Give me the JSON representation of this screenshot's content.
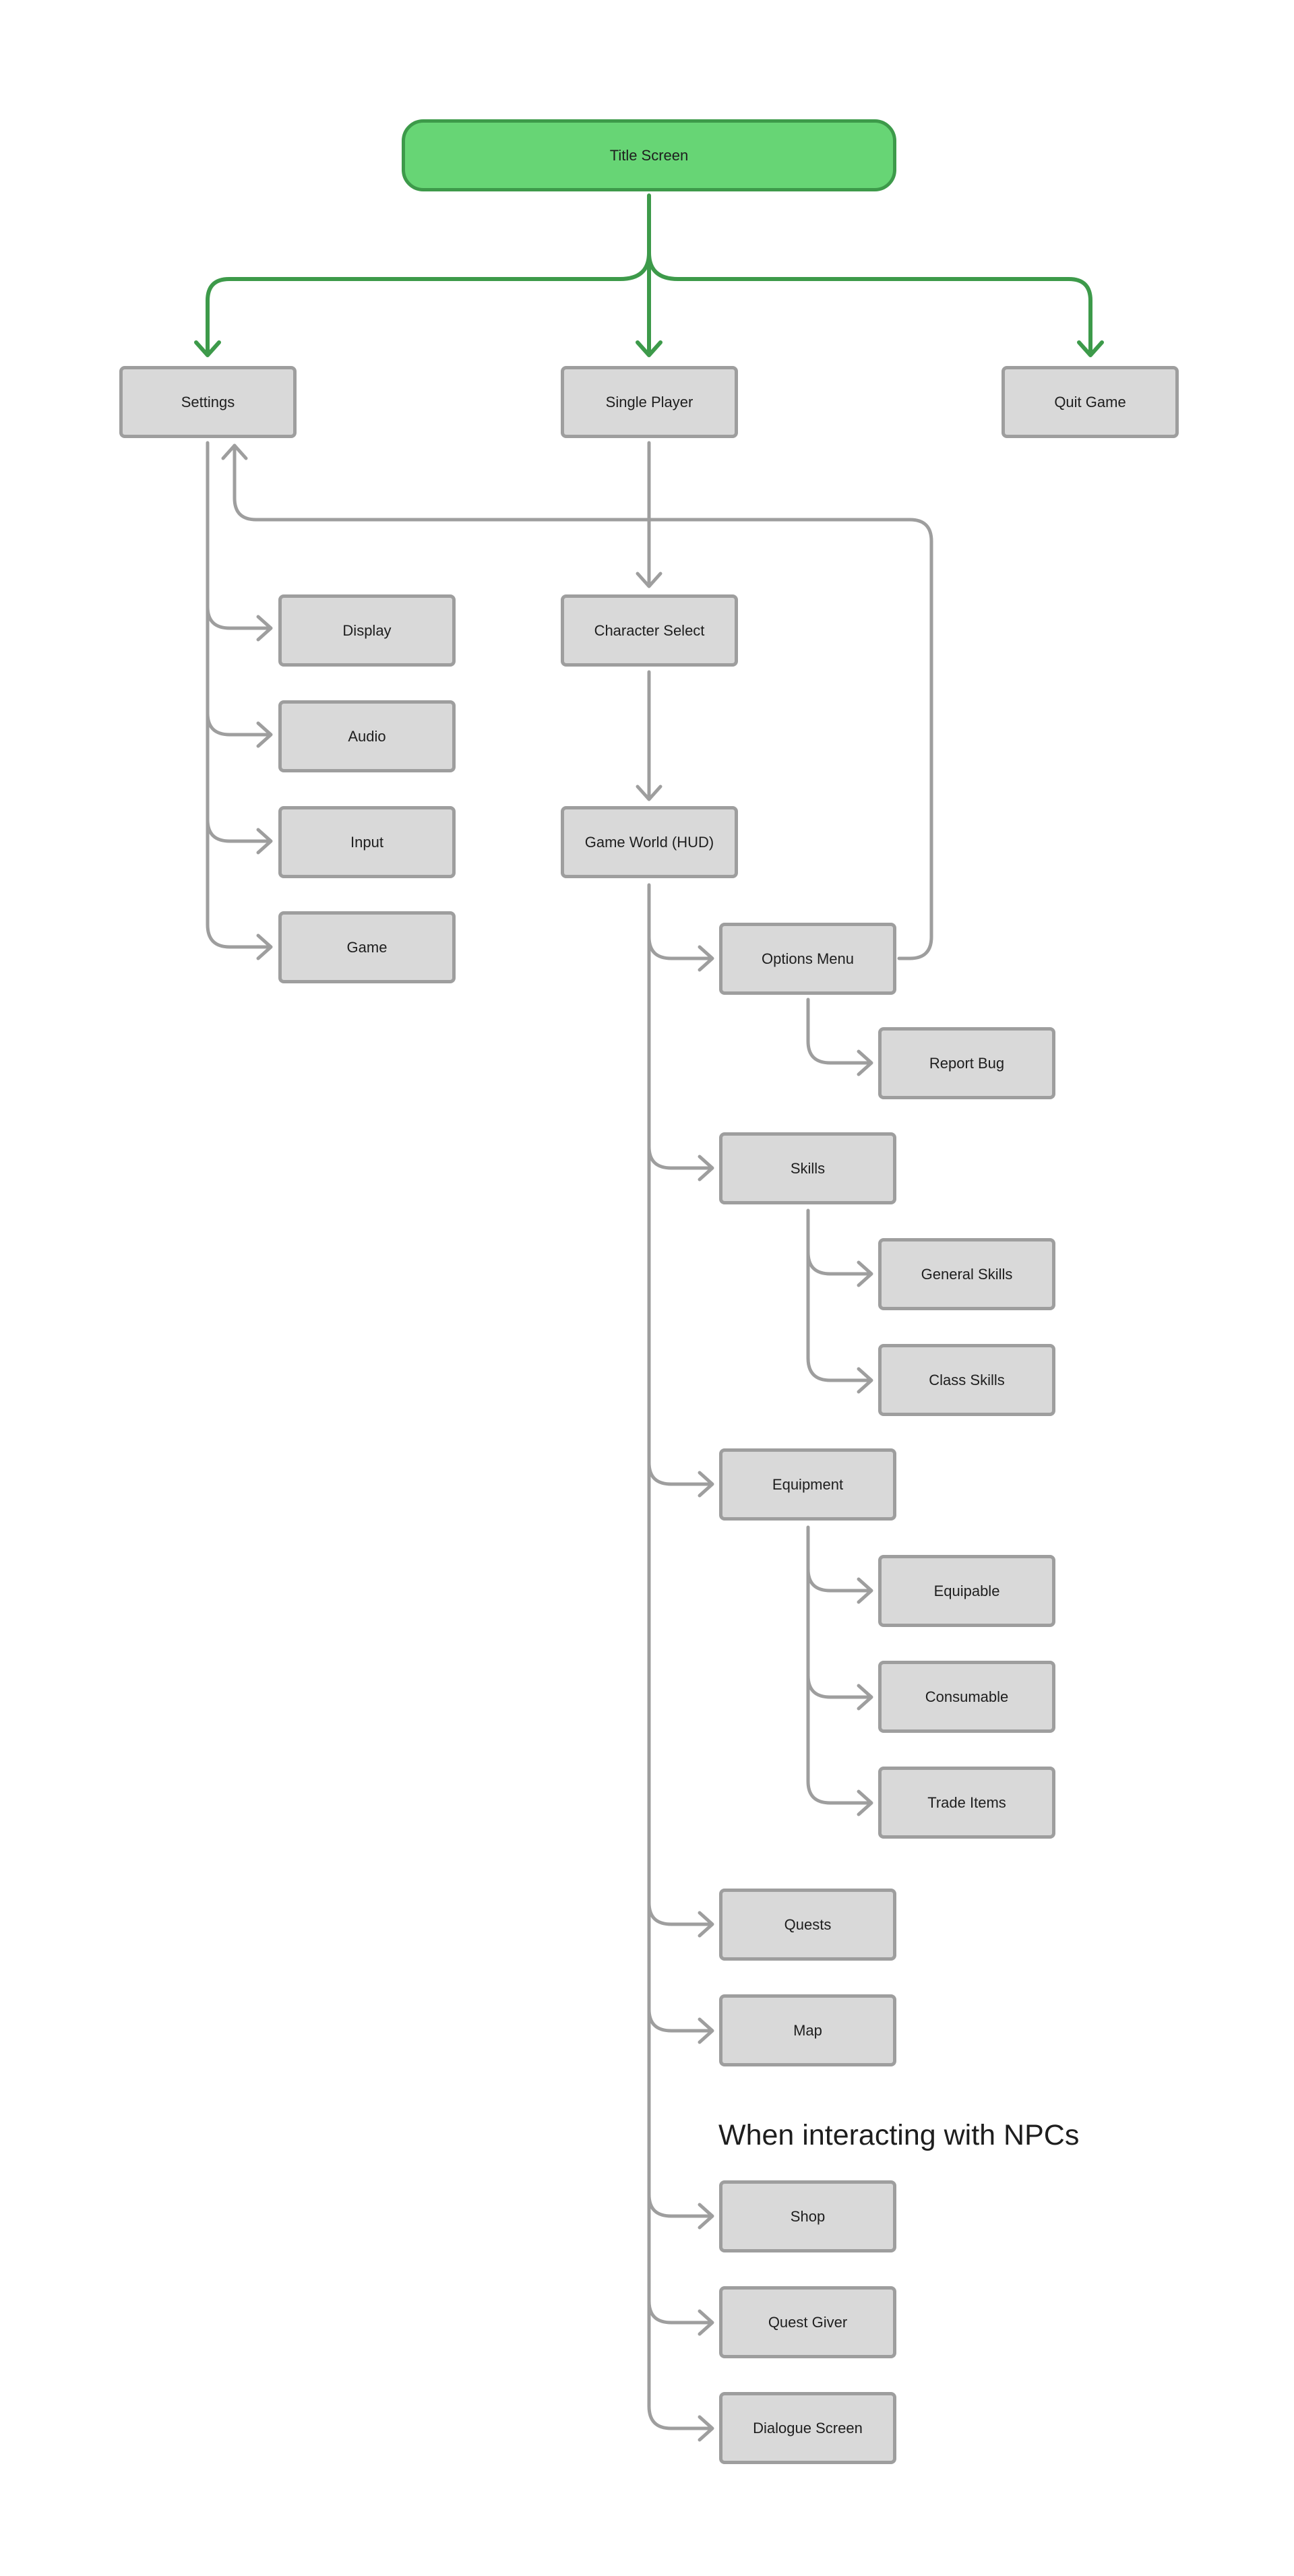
{
  "diagram": {
    "title_node": "Title Screen",
    "main_menu": {
      "settings": "Settings",
      "single_player": "Single Player",
      "quit_game": "Quit Game"
    },
    "settings_items": [
      "Display",
      "Audio",
      "Input",
      "Game"
    ],
    "single_player_flow": {
      "character_select": "Character Select",
      "game_world": "Game World (HUD)"
    },
    "game_world_items": {
      "options_menu": "Options Menu",
      "report_bug": "Report Bug",
      "skills": "Skills",
      "general_skills": "General Skills",
      "class_skills": "Class Skills",
      "equipment": "Equipment",
      "equipable": "Equipable",
      "consumable": "Consumable",
      "trade_items": "Trade Items",
      "quests": "Quests",
      "map": "Map"
    },
    "npc_section": {
      "heading": "When interacting with NPCs",
      "items": [
        "Shop",
        "Quest Giver",
        "Dialogue Screen"
      ]
    },
    "colors": {
      "title_fill": "#67d575",
      "title_stroke": "#3d9a4a",
      "node_fill": "#d9d9d9",
      "node_stroke": "#9e9e9e",
      "green_connector": "#3d9a4a",
      "gray_connector": "#9e9e9e"
    }
  }
}
